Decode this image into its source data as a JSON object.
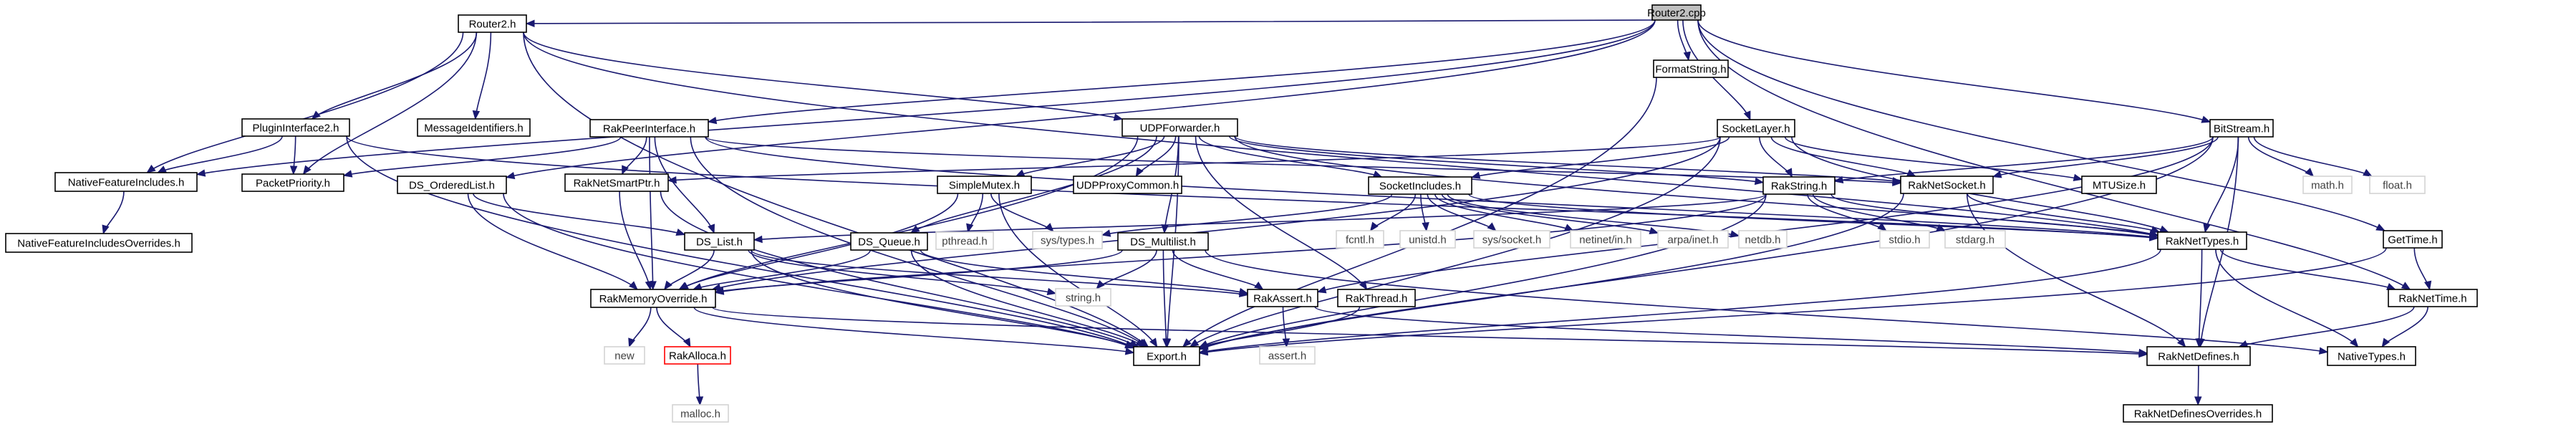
{
  "graph": {
    "nodes": [
      {
        "id": "router2cpp",
        "label": "Router2.cpp",
        "kind": "root"
      },
      {
        "id": "router2h",
        "label": "Router2.h",
        "kind": "header"
      },
      {
        "id": "formatstring",
        "label": "FormatString.h",
        "kind": "header"
      },
      {
        "id": "socketlayer",
        "label": "SocketLayer.h",
        "kind": "header"
      },
      {
        "id": "bitstream",
        "label": "BitStream.h",
        "kind": "header"
      },
      {
        "id": "plugininterface2",
        "label": "PluginInterface2.h",
        "kind": "header"
      },
      {
        "id": "messageidentifiers",
        "label": "MessageIdentifiers.h",
        "kind": "header"
      },
      {
        "id": "rakpeerinterface",
        "label": "RakPeerInterface.h",
        "kind": "header"
      },
      {
        "id": "udpforwarder",
        "label": "UDPForwarder.h",
        "kind": "header"
      },
      {
        "id": "nativefeatureincludes",
        "label": "NativeFeatureIncludes.h",
        "kind": "header"
      },
      {
        "id": "nativefeatureincludesoverrides",
        "label": "NativeFeatureIncludesOverrides.h",
        "kind": "header"
      },
      {
        "id": "packetpriority",
        "label": "PacketPriority.h",
        "kind": "header"
      },
      {
        "id": "ds_orderedlist",
        "label": "DS_OrderedList.h",
        "kind": "header"
      },
      {
        "id": "raknetsmartptr",
        "label": "RakNetSmartPtr.h",
        "kind": "header"
      },
      {
        "id": "simplemutex",
        "label": "SimpleMutex.h",
        "kind": "header"
      },
      {
        "id": "udpproxycommon",
        "label": "UDPProxyCommon.h",
        "kind": "header"
      },
      {
        "id": "socketincludes",
        "label": "SocketIncludes.h",
        "kind": "header"
      },
      {
        "id": "rakstring",
        "label": "RakString.h",
        "kind": "header"
      },
      {
        "id": "raknetsocket",
        "label": "RakNetSocket.h",
        "kind": "header"
      },
      {
        "id": "mtusize",
        "label": "MTUSize.h",
        "kind": "header"
      },
      {
        "id": "math",
        "label": "math.h",
        "kind": "system"
      },
      {
        "id": "float",
        "label": "float.h",
        "kind": "system"
      },
      {
        "id": "pthread",
        "label": "pthread.h",
        "kind": "system"
      },
      {
        "id": "systypes",
        "label": "sys/types.h",
        "kind": "system"
      },
      {
        "id": "fcntl",
        "label": "fcntl.h",
        "kind": "system"
      },
      {
        "id": "unistd",
        "label": "unistd.h",
        "kind": "system"
      },
      {
        "id": "syssocket",
        "label": "sys/socket.h",
        "kind": "system"
      },
      {
        "id": "netinetin",
        "label": "netinet/in.h",
        "kind": "system"
      },
      {
        "id": "arpainet",
        "label": "arpa/inet.h",
        "kind": "system"
      },
      {
        "id": "netdb",
        "label": "netdb.h",
        "kind": "system"
      },
      {
        "id": "stdio",
        "label": "stdio.h",
        "kind": "system"
      },
      {
        "id": "stdarg",
        "label": "stdarg.h",
        "kind": "system"
      },
      {
        "id": "raknettypes",
        "label": "RakNetTypes.h",
        "kind": "header"
      },
      {
        "id": "gettime",
        "label": "GetTime.h",
        "kind": "header"
      },
      {
        "id": "ds_list",
        "label": "DS_List.h",
        "kind": "header"
      },
      {
        "id": "ds_queue",
        "label": "DS_Queue.h",
        "kind": "header"
      },
      {
        "id": "ds_multilist",
        "label": "DS_Multilist.h",
        "kind": "header"
      },
      {
        "id": "rakmemoryoverride",
        "label": "RakMemoryOverride.h",
        "kind": "header"
      },
      {
        "id": "stringh",
        "label": "string.h",
        "kind": "system"
      },
      {
        "id": "rakassert",
        "label": "RakAssert.h",
        "kind": "header"
      },
      {
        "id": "rakthread",
        "label": "RakThread.h",
        "kind": "header"
      },
      {
        "id": "raknettime",
        "label": "RakNetTime.h",
        "kind": "header"
      },
      {
        "id": "new",
        "label": "new",
        "kind": "system"
      },
      {
        "id": "rakalloca",
        "label": "RakAlloca.h",
        "kind": "missing"
      },
      {
        "id": "export",
        "label": "Export.h",
        "kind": "header"
      },
      {
        "id": "assert",
        "label": "assert.h",
        "kind": "system"
      },
      {
        "id": "raknetdefines",
        "label": "RakNetDefines.h",
        "kind": "header"
      },
      {
        "id": "nativetypes",
        "label": "NativeTypes.h",
        "kind": "header"
      },
      {
        "id": "malloc",
        "label": "malloc.h",
        "kind": "system"
      },
      {
        "id": "raknetdefinesoverrides",
        "label": "RakNetDefinesOverrides.h",
        "kind": "header"
      }
    ],
    "edges": [
      [
        "router2cpp",
        "router2h"
      ],
      [
        "router2cpp",
        "formatstring"
      ],
      [
        "router2cpp",
        "socketlayer"
      ],
      [
        "router2cpp",
        "bitstream"
      ],
      [
        "router2cpp",
        "gettime"
      ],
      [
        "router2cpp",
        "raknettime"
      ],
      [
        "router2cpp",
        "rakpeerinterface"
      ],
      [
        "router2cpp",
        "nativefeatureincludes"
      ],
      [
        "router2cpp",
        "ds_orderedlist"
      ],
      [
        "router2h",
        "plugininterface2"
      ],
      [
        "router2h",
        "messageidentifiers"
      ],
      [
        "router2h",
        "udpforwarder"
      ],
      [
        "router2h",
        "nativefeatureincludes"
      ],
      [
        "router2h",
        "packetpriority"
      ],
      [
        "router2h",
        "raknettypes"
      ],
      [
        "router2h",
        "export"
      ],
      [
        "plugininterface2",
        "nativefeatureincludes"
      ],
      [
        "plugininterface2",
        "packetpriority"
      ],
      [
        "plugininterface2",
        "raknettypes"
      ],
      [
        "plugininterface2",
        "export"
      ],
      [
        "nativefeatureincludes",
        "nativefeatureincludesoverrides"
      ],
      [
        "rakpeerinterface",
        "packetpriority"
      ],
      [
        "rakpeerinterface",
        "raknetsmartptr"
      ],
      [
        "rakpeerinterface",
        "raknettypes"
      ],
      [
        "rakpeerinterface",
        "rakmemoryoverride"
      ],
      [
        "rakpeerinterface",
        "ds_list"
      ],
      [
        "rakpeerinterface",
        "export"
      ],
      [
        "rakpeerinterface",
        "raknetsocket"
      ],
      [
        "udpforwarder",
        "export"
      ],
      [
        "udpforwarder",
        "raknettypes"
      ],
      [
        "udpforwarder",
        "simplemutex"
      ],
      [
        "udpforwarder",
        "udpproxycommon"
      ],
      [
        "udpforwarder",
        "socketincludes"
      ],
      [
        "udpforwarder",
        "ds_queue"
      ],
      [
        "udpforwarder",
        "ds_multilist"
      ],
      [
        "udpforwarder",
        "rakthread"
      ],
      [
        "udpforwarder",
        "rakstring"
      ],
      [
        "udpforwarder",
        "raknetsocket"
      ],
      [
        "udpforwarder",
        "rakmemoryoverride"
      ],
      [
        "formatstring",
        "export"
      ],
      [
        "socketlayer",
        "raknetsmartptr"
      ],
      [
        "socketlayer",
        "socketincludes"
      ],
      [
        "socketlayer",
        "rakstring"
      ],
      [
        "socketlayer",
        "raknetsocket"
      ],
      [
        "socketlayer",
        "mtusize"
      ],
      [
        "socketlayer",
        "raknettypes"
      ],
      [
        "socketlayer",
        "export"
      ],
      [
        "socketlayer",
        "rakmemoryoverride"
      ],
      [
        "bitstream",
        "rakstring"
      ],
      [
        "bitstream",
        "raknetsocket"
      ],
      [
        "bitstream",
        "raknettypes"
      ],
      [
        "bitstream",
        "math"
      ],
      [
        "bitstream",
        "float"
      ],
      [
        "bitstream",
        "export"
      ],
      [
        "bitstream",
        "raknetdefines"
      ],
      [
        "bitstream",
        "rakassert"
      ],
      [
        "ds_orderedlist",
        "ds_list"
      ],
      [
        "ds_orderedlist",
        "rakmemoryoverride"
      ],
      [
        "ds_orderedlist",
        "export"
      ],
      [
        "raknetsmartptr",
        "rakmemoryoverride"
      ],
      [
        "raknetsmartptr",
        "export"
      ],
      [
        "simplemutex",
        "rakmemoryoverride"
      ],
      [
        "simplemutex",
        "pthread"
      ],
      [
        "simplemutex",
        "systypes"
      ],
      [
        "simplemutex",
        "export"
      ],
      [
        "socketincludes",
        "fcntl"
      ],
      [
        "socketincludes",
        "unistd"
      ],
      [
        "socketincludes",
        "syssocket"
      ],
      [
        "socketincludes",
        "netinetin"
      ],
      [
        "socketincludes",
        "arpainet"
      ],
      [
        "socketincludes",
        "netdb"
      ],
      [
        "socketincludes",
        "systypes"
      ],
      [
        "socketincludes",
        "raknettypes"
      ],
      [
        "rakstring",
        "export"
      ],
      [
        "rakstring",
        "ds_list"
      ],
      [
        "rakstring",
        "raknettypes"
      ],
      [
        "rakstring",
        "stdio"
      ],
      [
        "rakstring",
        "stdarg"
      ],
      [
        "rakstring",
        "rakmemoryoverride"
      ],
      [
        "raknetsocket",
        "raknettypes"
      ],
      [
        "raknetsocket",
        "raknetdefines"
      ],
      [
        "raknetsocket",
        "export"
      ],
      [
        "ds_list",
        "rakassert"
      ],
      [
        "ds_list",
        "stringh"
      ],
      [
        "ds_list",
        "rakmemoryoverride"
      ],
      [
        "ds_list",
        "export"
      ],
      [
        "ds_queue",
        "rakassert"
      ],
      [
        "ds_queue",
        "rakmemoryoverride"
      ],
      [
        "ds_queue",
        "export"
      ],
      [
        "ds_multilist",
        "rakassert"
      ],
      [
        "ds_multilist",
        "rakmemoryoverride"
      ],
      [
        "ds_multilist",
        "stringh"
      ],
      [
        "ds_multilist",
        "export"
      ],
      [
        "ds_multilist",
        "nativetypes"
      ],
      [
        "rakmemoryoverride",
        "new"
      ],
      [
        "rakmemoryoverride",
        "rakalloca"
      ],
      [
        "rakmemoryoverride",
        "export"
      ],
      [
        "rakmemoryoverride",
        "raknetdefines"
      ],
      [
        "rakalloca",
        "malloc"
      ],
      [
        "rakassert",
        "assert"
      ],
      [
        "rakassert",
        "raknetdefines"
      ],
      [
        "rakthread",
        "export"
      ],
      [
        "raknettypes",
        "export"
      ],
      [
        "raknettypes",
        "raknetdefines"
      ],
      [
        "raknettypes",
        "nativetypes"
      ],
      [
        "raknettypes",
        "raknettime"
      ],
      [
        "gettime",
        "export"
      ],
      [
        "gettime",
        "raknettime"
      ],
      [
        "raknettime",
        "nativetypes"
      ],
      [
        "raknettime",
        "raknetdefines"
      ],
      [
        "raknetdefines",
        "raknetdefinesoverrides"
      ]
    ]
  }
}
